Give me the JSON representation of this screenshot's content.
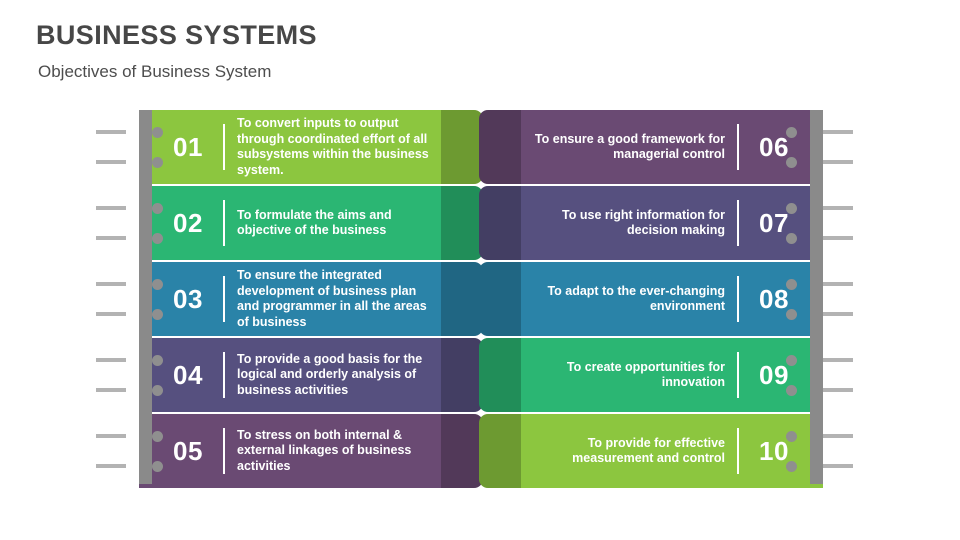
{
  "header": {
    "title": "BUSINESS SYSTEMS",
    "subtitle": "Objectives of Business System"
  },
  "colors": {
    "title_text": "#474747",
    "subtitle_text": "#4d4d4d",
    "rail": "#8a8a8a",
    "connector_dot": "#8f8f8f",
    "connector_line": "#b3b3b3",
    "card_text": "#ffffff",
    "green": "#8cc63f",
    "teal_green": "#2bb673",
    "blue": "#2a83a8",
    "slate_purple": "#56507f",
    "plum": "#6a4a73"
  },
  "columns": {
    "left": {
      "items": [
        {
          "number": "01",
          "text": "To convert inputs to output through coordinated effort of all subsystems within the business system.",
          "color": "#8cc63f"
        },
        {
          "number": "02",
          "text": "To formulate the aims and objective of the business",
          "color": "#2bb673"
        },
        {
          "number": "03",
          "text": "To ensure the integrated development of business plan and programmer in all the areas of business",
          "color": "#2a83a8"
        },
        {
          "number": "04",
          "text": "To provide a good basis for the logical and orderly analysis of business activities",
          "color": "#56507f"
        },
        {
          "number": "05",
          "text": "To stress on both internal & external linkages of business activities",
          "color": "#6a4a73"
        }
      ]
    },
    "right": {
      "items": [
        {
          "number": "06",
          "text": "To ensure a good framework for managerial control",
          "color": "#6a4a73"
        },
        {
          "number": "07",
          "text": "To use right information for decision making",
          "color": "#56507f"
        },
        {
          "number": "08",
          "text": "To adapt to the ever-changing environment",
          "color": "#2a83a8"
        },
        {
          "number": "09",
          "text": "To create opportunities for innovation",
          "color": "#2bb673"
        },
        {
          "number": "10",
          "text": "To provide for effective measurement and control",
          "color": "#8cc63f"
        }
      ]
    }
  }
}
